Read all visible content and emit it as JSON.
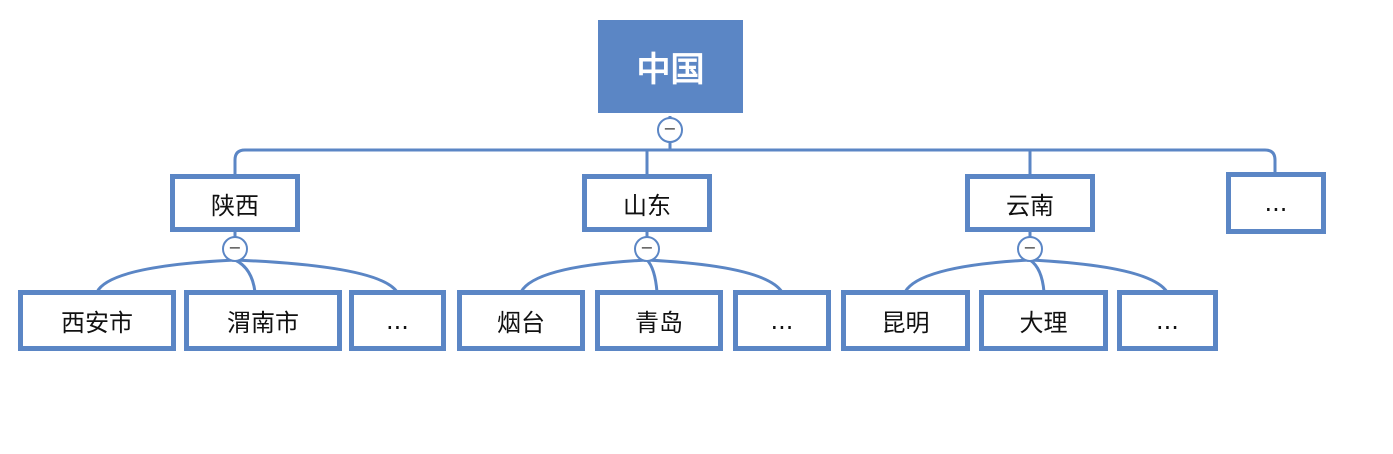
{
  "colors": {
    "accent": "#5b86c5",
    "text": "#111111",
    "root_text": "#ffffff"
  },
  "tree": {
    "root": {
      "label": "中国"
    },
    "provinces": [
      {
        "label": "陕西",
        "children": [
          "西安市",
          "渭南市",
          "..."
        ]
      },
      {
        "label": "山东",
        "children": [
          "烟台",
          "青岛",
          "..."
        ]
      },
      {
        "label": "云南",
        "children": [
          "昆明",
          "大理",
          "..."
        ]
      },
      {
        "label": "..."
      }
    ]
  },
  "collapse_icon": {
    "icon": "minus-circle-icon",
    "glyph": "−"
  }
}
